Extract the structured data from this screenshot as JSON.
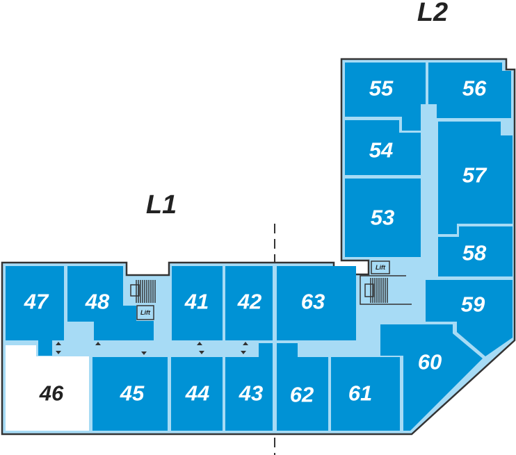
{
  "levels": {
    "l1": "L1",
    "l2": "L2"
  },
  "lift_label": "Lift",
  "colors": {
    "room": "#0092d5",
    "corridor": "#a7dbf5",
    "available": "#ffffff",
    "outline": "#333333"
  },
  "rooms": {
    "r41": "41",
    "r42": "42",
    "r43": "43",
    "r44": "44",
    "r45": "45",
    "r46": "46",
    "r47": "47",
    "r48": "48",
    "r53": "53",
    "r54": "54",
    "r55": "55",
    "r56": "56",
    "r57": "57",
    "r58": "58",
    "r59": "59",
    "r60": "60",
    "r61": "61",
    "r62": "62",
    "r63": "63"
  }
}
